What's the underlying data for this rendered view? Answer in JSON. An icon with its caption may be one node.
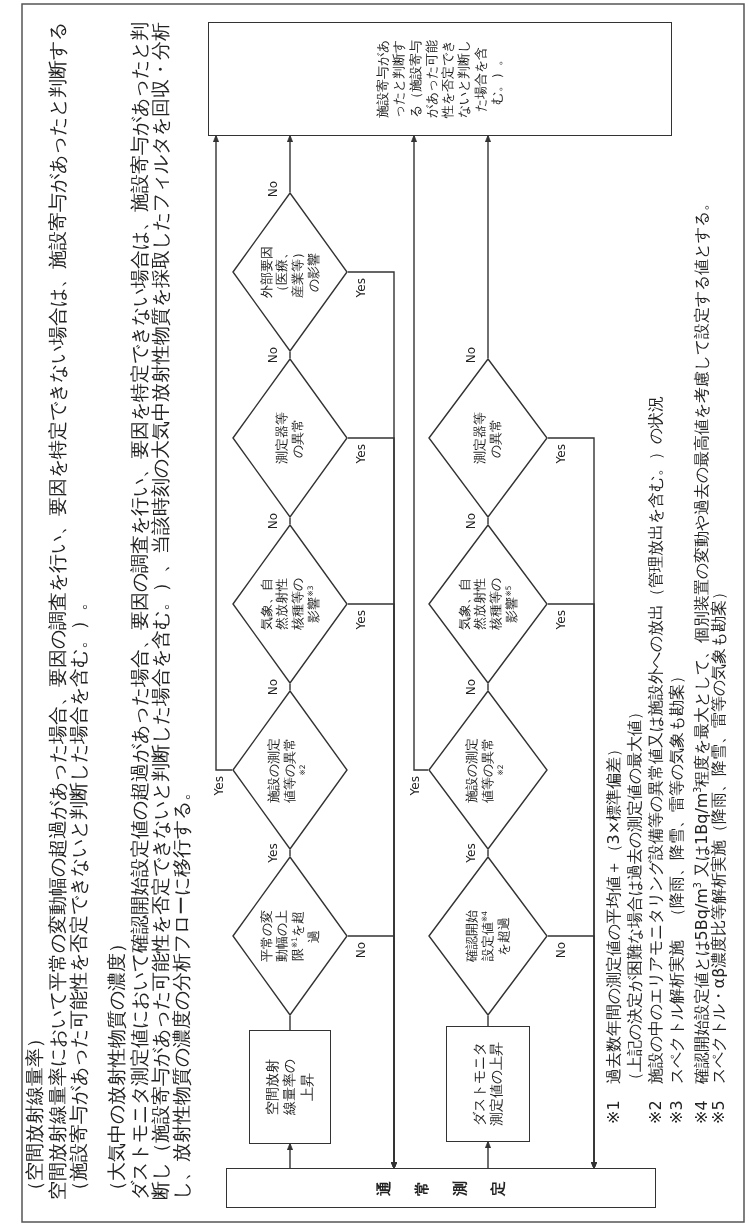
{
  "diagram": {
    "nodes": [
      {
        "text": [
          "通常測定"
        ]
      },
      {
        "text": [
          "空間放射線量率の上昇"
        ]
      },
      {
        "text": [
          "平常の変動幅の上限$^{※1}$を超過"
        ]
      },
      {
        "text": [
          "施設の測定値等の異常$^{※2}$"
        ]
      },
      {
        "text": [
          "気象、自然放射性核種等の影響$^{※3}$"
        ]
      },
      {
        "text": [
          "測定器等の異常"
        ]
      },
      {
        "text": [
          "外部要因（医療、産業等）の影響"
        ]
      },
      {
        "text": [
          "ダストモニタ測定値の上昇"
        ]
      },
      {
        "text": [
          "確認開始設定値$^{※4}$を超過"
        ]
      },
      {
        "text": [
          "施設の測定値等の異常$^{※2}$"
        ]
      },
      {
        "text": [
          "気象、自然放射性核種等の影響$^{※5}$"
        ]
      },
      {
        "text": [
          "測定器等の異常"
        ]
      },
      {
        "text": [
          "施設寄与があったと判断する（施設寄与があった可能性を否定できないと判断した場合を含む。）。"
        ]
      }
    ],
    "edges": [
      {
        "from": 0,
        "to": 1,
        "arrow": "to"
      },
      {
        "from": 1,
        "to": 2,
        "arrow": "none"
      },
      {
        "from": 2,
        "to": 3,
        "arrow": "none",
        "label": "Yes"
      },
      {
        "from": 2,
        "to": 0,
        "arrow": "to",
        "label": "No"
      },
      {
        "from": 3,
        "to": 12,
        "arrow": "to",
        "label": "Yes"
      },
      {
        "from": 3,
        "to": 4,
        "arrow": "none",
        "label": "No"
      },
      {
        "from": 4,
        "to": 0,
        "arrow": "to",
        "label": "Yes"
      },
      {
        "from": 4,
        "to": 5,
        "arrow": "none",
        "label": "No"
      },
      {
        "from": 5,
        "to": 0,
        "arrow": "to",
        "label": "Yes"
      },
      {
        "from": 5,
        "to": 6,
        "arrow": "none",
        "label": "No"
      },
      {
        "from": 6,
        "to": 0,
        "arrow": "to",
        "label": "Yes"
      },
      {
        "from": 6,
        "to": 12,
        "arrow": "to",
        "label": "No"
      },
      {
        "from": 0,
        "to": 7,
        "arrow": "to"
      },
      {
        "from": 7,
        "to": 8,
        "arrow": "none"
      },
      {
        "from": 8,
        "to": 9,
        "arrow": "none",
        "label": "Yes"
      },
      {
        "from": 8,
        "to": 0,
        "arrow": "to",
        "label": "No"
      },
      {
        "from": 9,
        "to": 12,
        "arrow": "to",
        "label": "Yes"
      },
      {
        "from": 9,
        "to": 10,
        "arrow": "none",
        "label": "No"
      },
      {
        "from": 10,
        "to": 0,
        "arrow": "to",
        "label": "Yes"
      },
      {
        "from": 10,
        "to": 11,
        "arrow": "none",
        "label": "No"
      },
      {
        "from": 11,
        "to": 0,
        "arrow": "to",
        "label": "Yes"
      },
      {
        "from": 11,
        "to": 12,
        "arrow": "to",
        "label": "No"
      }
    ],
    "labels": [
      "（空間放射線量率）",
      "空間放射線量率において平常の変動幅の超過があった場合、要因の調査を行い、要因を特定できない場合は、施設寄与があったと判断する（施設寄与があった可能性を否定できないと判断した場合を含む。）。",
      "（大気中の放射性物質の濃度）",
      "ダストモニタ測定値において確認開始設定値の超過があった場合、要因の調査を行い、要因を特定できない場合は、施設寄与があったと判断し（施設寄与があった可能性を否定できないと判断した場合を含む。）、当該時刻の大気中放射性物質を採取したフィルタを回収・分析し、放射性物質の濃度の分析フローに移行する。",
      "※1　過去数年間の測定値の平均値＋（3×標準偏差）",
      "（上記の決定が困難な場合は過去の測定値の最大値）",
      "※2　施設の中のエリアモニタリング設備等の異常値又は施設外への放出（管理放出を含む。）の状況",
      "※3　スペクトル解析実施　（降雨、降雪、雷等の気象も勘案）",
      "※4　確認開始設定値とは5Bq/m$^{3}$ 又は1Bq/m$^{3}$程度を最大として、個別装置の変動や過去の最高値を考慮して設定する値とする。",
      "※5　スペクトル・αβ濃度比等解析実施（降雨、降雪、雷等の気象も勘案）"
    ]
  }
}
